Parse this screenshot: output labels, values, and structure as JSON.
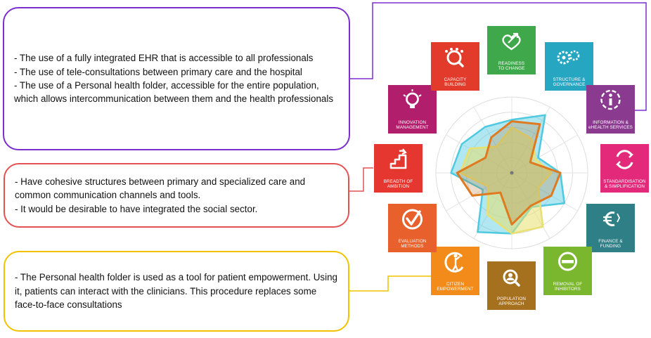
{
  "callouts": [
    {
      "id": "box1",
      "color": "#7b2fd0",
      "lines": [
        "- The use of a fully integrated EHR that is accessible to all professionals",
        "- The use of tele-consultations between primary care and the hospital",
        "- The use of a Personal health folder, accessible for the entire population, which allows intercommunication between them and the health professionals"
      ]
    },
    {
      "id": "box2",
      "color": "#e35252",
      "lines": [
        "- Have cohesive structures between primary and specialized care and common communication channels and tools.",
        "- It would be desirable to have integrated the social sector."
      ]
    },
    {
      "id": "box3",
      "color": "#f2c200",
      "lines": [
        "- The Personal health folder is used as a tool for patient empowerment. Using it, patients can interact with the clinicians. This procedure replaces some face-to-face consultations"
      ]
    }
  ],
  "dimensions": [
    {
      "label_top": "READINESS",
      "label_bottom": "TO CHANGE",
      "color": "#3ea84a",
      "icon": "heart-arrow-icon"
    },
    {
      "label_top": "STRUCTURE &",
      "label_bottom": "GOVERNANCE",
      "color": "#27a6c2",
      "icon": "gears-icon"
    },
    {
      "label_top": "INFORMATION &",
      "label_bottom": "eHEALTH SERVICES",
      "color": "#8a3a8f",
      "icon": "info-network-icon"
    },
    {
      "label_top": "STANDARDISATION",
      "label_bottom": "& SIMPLIFICATION",
      "color": "#e2297a",
      "icon": "cycle-arrows-icon"
    },
    {
      "label_top": "FINANCE &",
      "label_bottom": "FUNDING",
      "color": "#2e7f86",
      "icon": "euro-icon"
    },
    {
      "label_top": "REMOVAL OF",
      "label_bottom": "INHIBITORS",
      "color": "#7ab62e",
      "icon": "no-entry-icon"
    },
    {
      "label_top": "POPULATION",
      "label_bottom": "APPROACH",
      "color": "#a6711f",
      "icon": "population-icon"
    },
    {
      "label_top": "CITIZEN",
      "label_bottom": "EMPOWERMENT",
      "color": "#f28b1a",
      "icon": "citizen-icon"
    },
    {
      "label_top": "EVALUATION",
      "label_bottom": "METHODS",
      "color": "#e8602b",
      "icon": "checkmark-icon"
    },
    {
      "label_top": "BREADTH OF",
      "label_bottom": "AMBITION",
      "color": "#e5372f",
      "icon": "stairs-arrow-icon"
    },
    {
      "label_top": "INNOVATION",
      "label_bottom": "MANAGEMENT",
      "color": "#b01e6c",
      "icon": "lightbulb-icon"
    },
    {
      "label_top": "CAPACITY",
      "label_bottom": "BUILDING",
      "color": "#e23a2b",
      "icon": "magnifier-people-icon"
    }
  ],
  "chart_data": {
    "type": "radar",
    "axes": [
      "READINESS TO CHANGE",
      "STRUCTURE & GOVERNANCE",
      "INFORMATION & eHEALTH SERVICES",
      "STANDARDISATION & SIMPLIFICATION",
      "FINANCE & FUNDING",
      "REMOVAL OF INHIBITORS",
      "POPULATION APPROACH",
      "CITIZEN EMPOWERMENT",
      "EVALUATION METHODS",
      "BREADTH OF AMBITION",
      "INNOVATION MANAGEMENT",
      "CAPACITY BUILDING"
    ],
    "rings": 5,
    "max": 5,
    "series": [
      {
        "color": "#4fc9e0",
        "fill": "rgba(79,201,224,0.45)",
        "values": [
          3.5,
          4.4,
          2.0,
          3.2,
          4.0,
          2.6,
          4.0,
          4.5,
          2.2,
          4.0,
          3.8,
          3.5
        ]
      },
      {
        "color": "#e8e070",
        "fill": "rgba(232,224,112,0.55)",
        "values": [
          3.0,
          2.6,
          1.8,
          2.6,
          2.0,
          4.1,
          4.0,
          3.2,
          1.8,
          3.4,
          3.2,
          2.0
        ]
      },
      {
        "color": "#e07a1f",
        "fill": "rgba(180,110,40,0.25)",
        "values": [
          3.4,
          3.7,
          1.4,
          3.2,
          3.0,
          2.5,
          3.4,
          1.5,
          3.0,
          3.6,
          2.0,
          2.7
        ]
      }
    ]
  }
}
